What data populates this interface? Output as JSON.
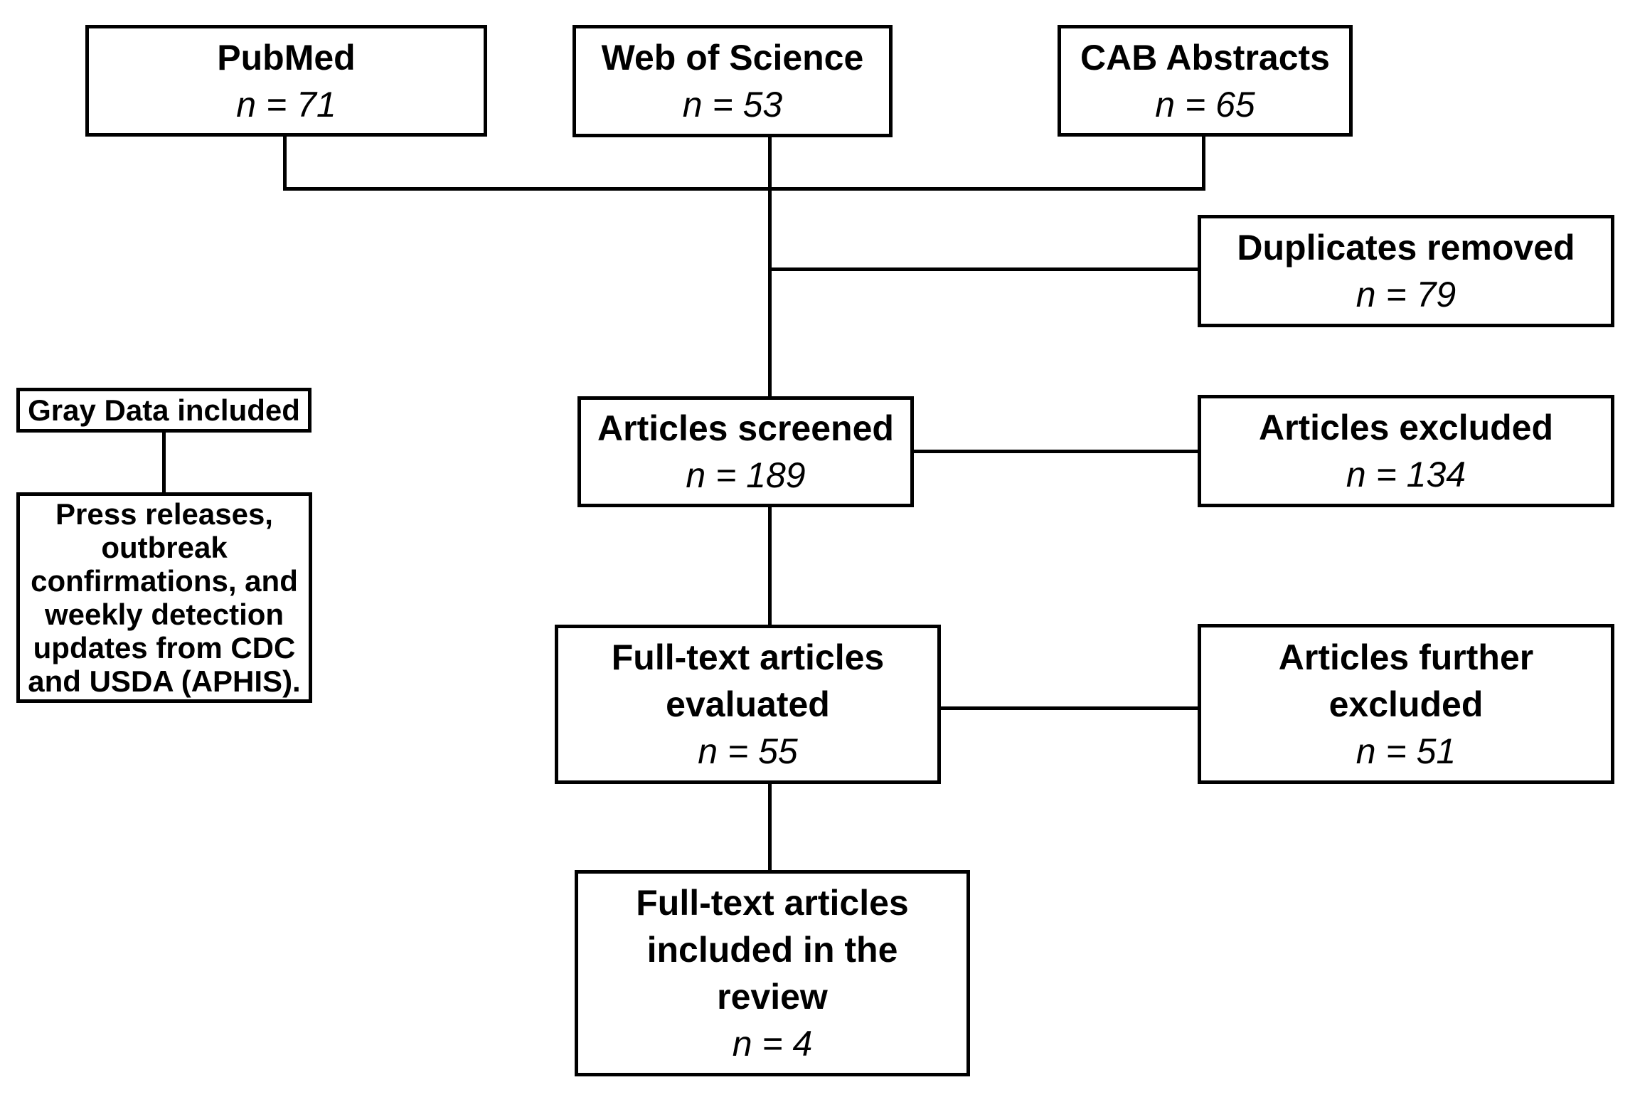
{
  "diagram": {
    "type": "flowchart",
    "style": {
      "background_color": "#ffffff",
      "box_fill": "#ffffff",
      "border_color": "#000000",
      "text_color": "#000000"
    },
    "boxes": {
      "pubmed": {
        "label": "PubMed",
        "count": "n = 71"
      },
      "web_of_science": {
        "label": "Web of Science",
        "count": "n = 53"
      },
      "cab_abstracts": {
        "label": "CAB Abstracts",
        "count": "n = 65"
      },
      "duplicates_removed": {
        "label": "Duplicates removed",
        "count": "n = 79"
      },
      "articles_screened": {
        "label": "Articles screened",
        "count": "n = 189"
      },
      "articles_excluded": {
        "label": "Articles excluded",
        "count": "n = 134"
      },
      "gray_data_included": {
        "label": "Gray Data included"
      },
      "gray_data_detail": {
        "label": "Press releases,\noutbreak\nconfirmations, and\nweekly detection\nupdates from CDC\nand USDA (APHIS)."
      },
      "fulltext_evaluated": {
        "label": "Full-text articles\nevaluated",
        "count": "n = 55"
      },
      "articles_further_excluded": {
        "label": "Articles further\nexcluded",
        "count": "n = 51"
      },
      "fulltext_included": {
        "label": "Full-text articles\nincluded in the\nreview",
        "count": "n = 4"
      }
    }
  }
}
